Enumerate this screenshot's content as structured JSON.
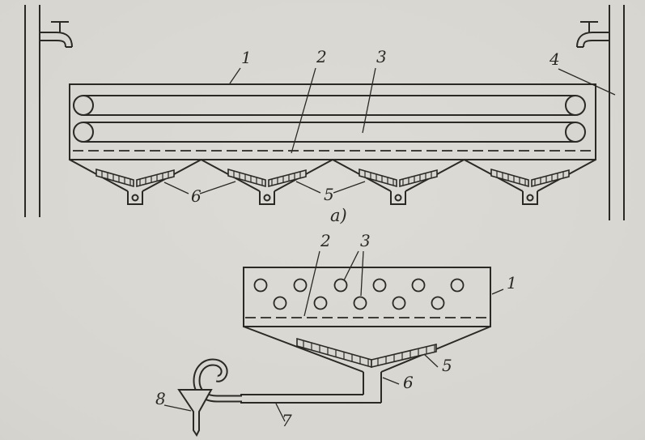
{
  "colors": {
    "ink": "#2b2925",
    "paper": "#d8d6d1"
  },
  "top_view": {
    "caption": "а)",
    "callouts": {
      "c1": "1",
      "c2": "2",
      "c3": "3",
      "c4": "4",
      "c5": "5",
      "c6": "6"
    }
  },
  "bottom_view": {
    "callouts": {
      "c1": "1",
      "c2": "2",
      "c3": "3",
      "c5": "5",
      "c6": "6",
      "c7": "7",
      "c8": "8"
    }
  }
}
